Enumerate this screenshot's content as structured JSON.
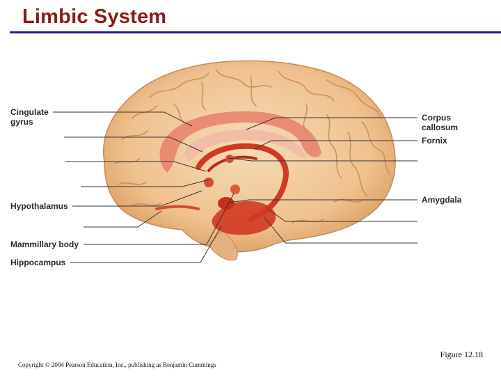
{
  "slide": {
    "title": "Limbic System",
    "figure_number": "Figure 12.18",
    "copyright": "Copyright © 2004 Pearson Education, Inc., publishing as Benjamin Cummings"
  },
  "labels": {
    "cingulate_gyrus_1": "Cingulate",
    "cingulate_gyrus_2": "gyrus",
    "hypothalamus": "Hypothalamus",
    "mammillary_body": "Mammillary body",
    "hippocampus": "Hippocampus",
    "corpus_callosum_1": "Corpus",
    "corpus_callosum_2": "callosum",
    "fornix": "Fornix",
    "amygdala": "Amygdala"
  },
  "colors": {
    "title": "#8b1a1a",
    "title_rule": "#1f1f8f",
    "brain_tissue": "#f2c99a",
    "limbic_structures": "#d9442e"
  }
}
